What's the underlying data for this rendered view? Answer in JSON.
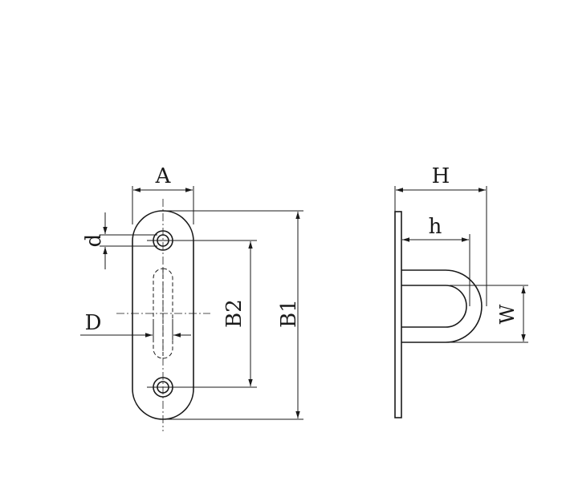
{
  "labels": {
    "A": "A",
    "d": "d",
    "D": "D",
    "B2": "B2",
    "B1": "B1",
    "H": "H",
    "h": "h",
    "W": "W"
  },
  "colors": {
    "line": "#1a1a1a",
    "background": "#ffffff"
  }
}
